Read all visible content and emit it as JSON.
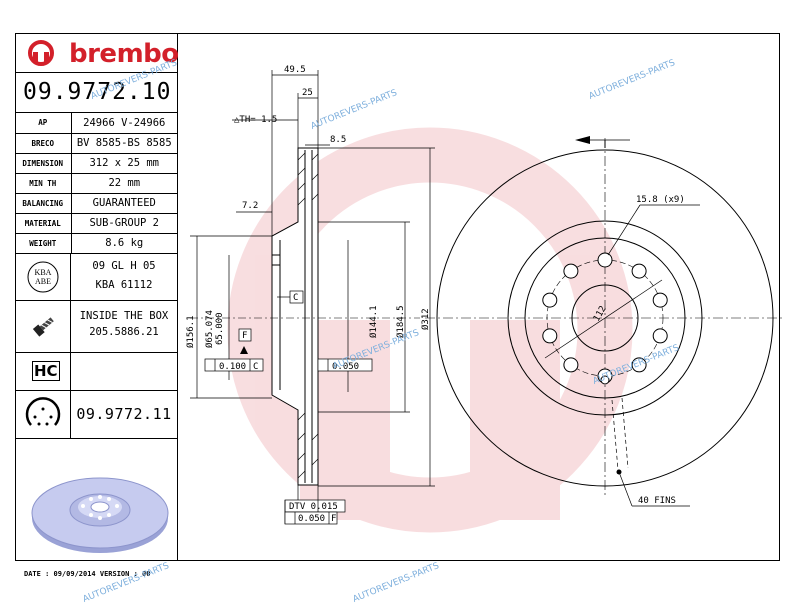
{
  "brand": "brembo",
  "part_number": "09.9772.10",
  "specs": [
    {
      "key": "AP",
      "value": "24966 V-24966"
    },
    {
      "key": "BRECO",
      "value": "BV 8585-BS 8585"
    },
    {
      "key": "DIMENSION",
      "value": "312 x 25 mm"
    },
    {
      "key": "MIN TH",
      "value": "22 mm"
    },
    {
      "key": "BALANCING",
      "value": "GUARANTEED"
    },
    {
      "key": "MATERIAL",
      "value": "SUB-GROUP 2"
    },
    {
      "key": "WEIGHT",
      "value": "8.6 kg"
    }
  ],
  "kba": {
    "icon_text_1": "KBA",
    "icon_text_2": "ABE",
    "line1": "09 GL H 05",
    "line2": "KBA 61112"
  },
  "screws": {
    "line1": "INSIDE THE BOX",
    "line2": "205.5886.21"
  },
  "hc_label": "HC",
  "alt_part_number": "09.9772.11",
  "date_line": "DATE : 09/09/2014 VERSION : 00",
  "watermark": "AUTOREVERS-PARTS",
  "dims": {
    "d49": "49.5",
    "d25": "25",
    "th": "△TH= 1.5",
    "d85": "8.5",
    "d72": "7.2",
    "d1561": "Ø156.1",
    "d65074": "Ø65.074",
    "d65000": "65.000",
    "d1441": "Ø144.1",
    "d1845": "Ø184.5",
    "d312": "Ø312",
    "d158": "15.8 (x9)",
    "d112": "112",
    "fins": "40 FINS",
    "tol1": "0.100",
    "tol1_ref": "C",
    "tol2": "0.050",
    "dtv": "DTV 0.015",
    "flat": "0.050",
    "flat_ref": "F",
    "ref_c": "C",
    "ref_f": "F"
  },
  "colors": {
    "brand_red": "#d3202a",
    "watermark_blue": "#7fb0dd",
    "big_logo_red": "#f3c3c6",
    "disc_blue": "#b9bfe6"
  }
}
